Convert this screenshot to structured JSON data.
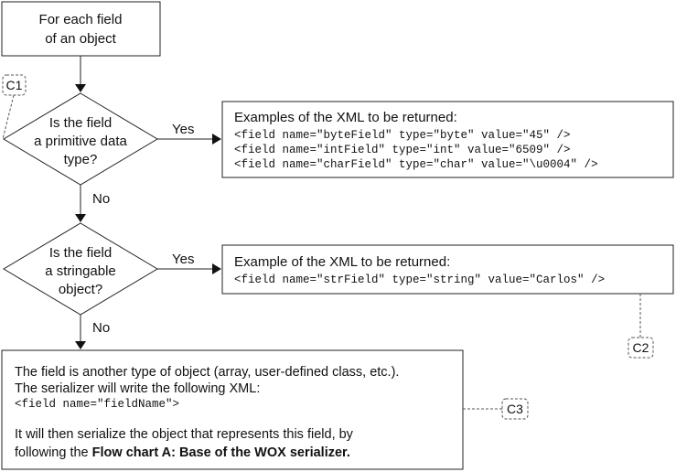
{
  "start": {
    "lines": [
      "For each field",
      "of an object"
    ]
  },
  "decision1": {
    "lines": [
      "Is the field",
      "a primitive data",
      "type?"
    ]
  },
  "decision2": {
    "lines": [
      "Is the field",
      "a stringable",
      "object?"
    ]
  },
  "edges": {
    "yes1": "Yes",
    "no1": "No",
    "yes2": "Yes",
    "no2": "No"
  },
  "box_primitive": {
    "title": "Examples of the XML to be returned:",
    "code": [
      "<field name=\"byteField\" type=\"byte\" value=\"45\" />",
      "<field name=\"intField\" type=\"int\" value=\"6509\" />",
      "<field name=\"charField\" type=\"char\" value=\"\\u0004\" />"
    ]
  },
  "box_string": {
    "title": "Example of the XML to be returned:",
    "code": [
      "<field name=\"strField\" type=\"string\" value=\"Carlos\" />"
    ]
  },
  "box_object": {
    "line1": "The field is another type of object (array, user-defined class, etc.).",
    "line2": "The serializer will write the following XML:",
    "code": "<field name=\"fieldName\">",
    "line3": "It will then serialize the object that represents this field, by",
    "line4_prefix": "following the ",
    "line4_bold": "Flow chart A: Base of the WOX serializer."
  },
  "callouts": {
    "c1": "C1",
    "c2": "C2",
    "c3": "C3"
  }
}
